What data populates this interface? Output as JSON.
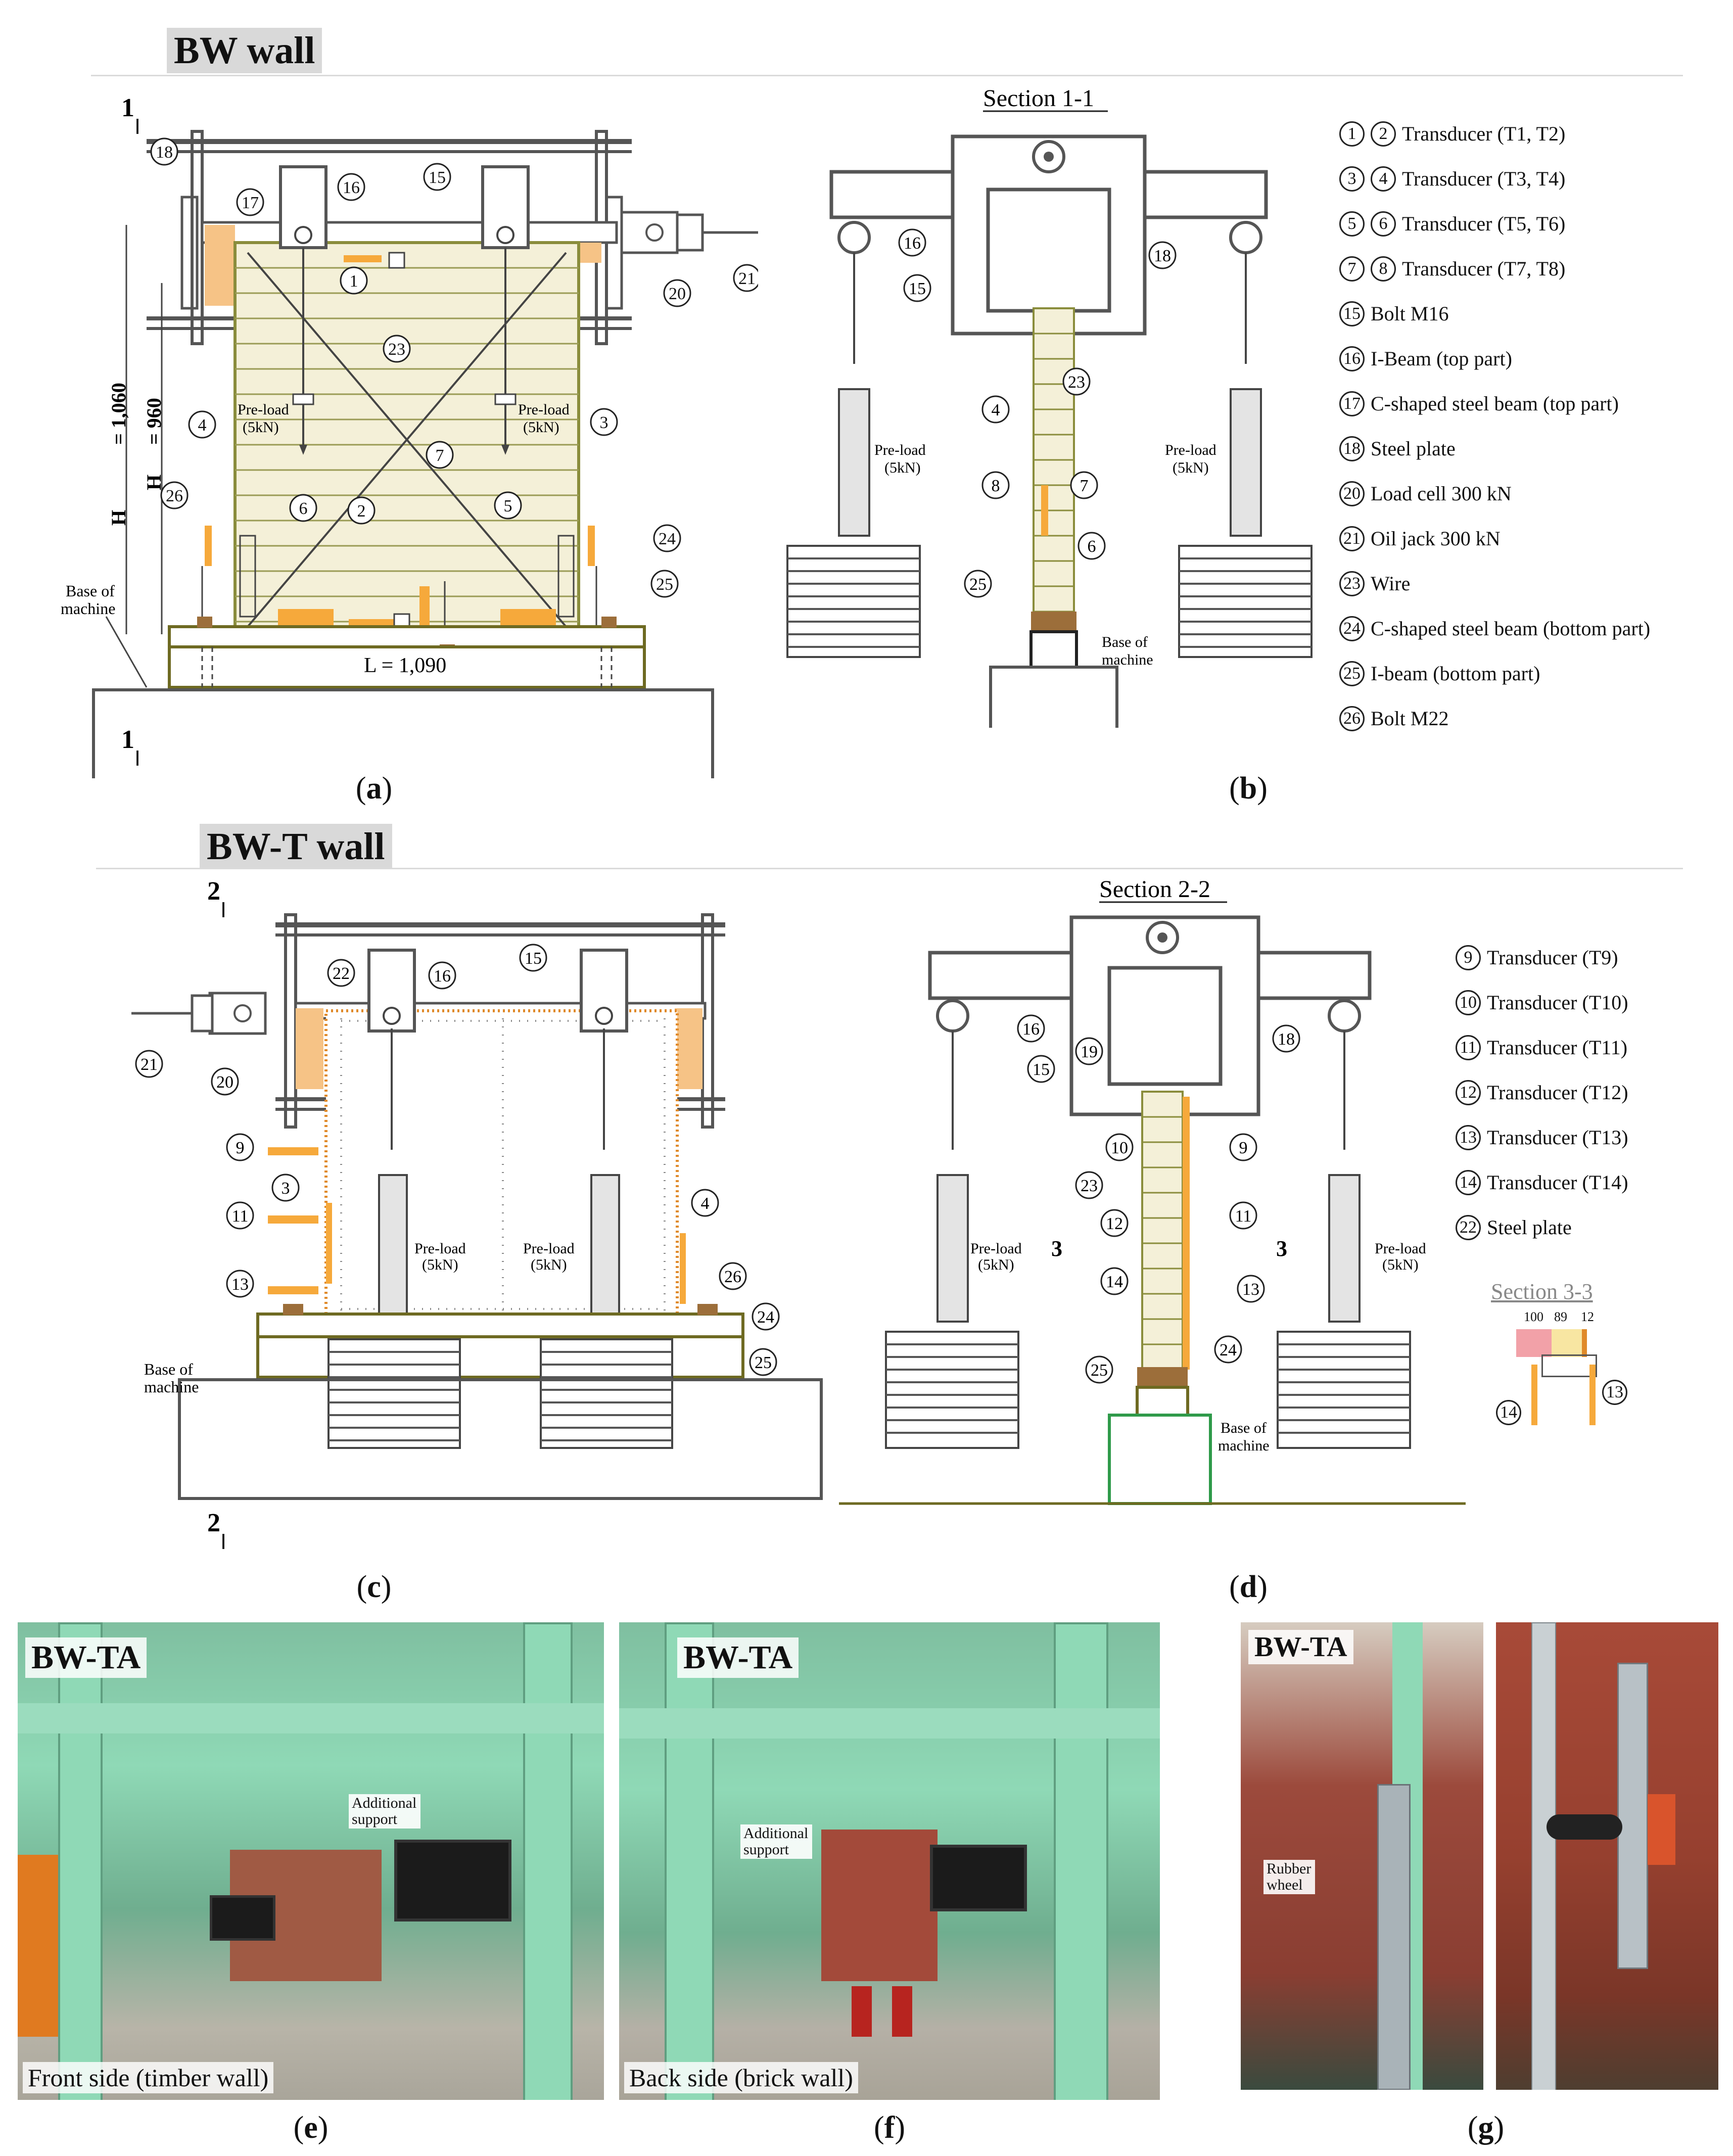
{
  "section_bw": {
    "heading": "BW wall",
    "section_title": "Section 1-1",
    "cut_mark": "1",
    "dims": {
      "hw": "H",
      "hw_sub": "w",
      "hw_val": " = 1,060",
      "h0": "H",
      "h0_sub": "0",
      "h0_val": " = 960",
      "l": "L = 1,090"
    },
    "preload": "Pre-load",
    "preload_val": "(5kN)",
    "base_line1": "Base of",
    "base_line2": "machine",
    "legend": [
      {
        "nums": [
          "1",
          "2"
        ],
        "label": "Transducer (T1, T2)"
      },
      {
        "nums": [
          "3",
          "4"
        ],
        "label": "Transducer (T3, T4)"
      },
      {
        "nums": [
          "5",
          "6"
        ],
        "label": "Transducer (T5, T6)"
      },
      {
        "nums": [
          "7",
          "8"
        ],
        "label": "Transducer (T7, T8)"
      },
      {
        "nums": [
          "15"
        ],
        "label": "Bolt M16"
      },
      {
        "nums": [
          "16"
        ],
        "label": "I-Beam (top part)"
      },
      {
        "nums": [
          "17"
        ],
        "label": "C-shaped steel beam (top part)"
      },
      {
        "nums": [
          "18"
        ],
        "label": "Steel plate"
      },
      {
        "nums": [
          "20"
        ],
        "label": "Load cell 300 kN"
      },
      {
        "nums": [
          "21"
        ],
        "label": "Oil jack 300 kN"
      },
      {
        "nums": [
          "23"
        ],
        "label": "Wire"
      },
      {
        "nums": [
          "24"
        ],
        "label": "C-shaped steel beam (bottom part)"
      },
      {
        "nums": [
          "25"
        ],
        "label": "I-beam (bottom part)"
      },
      {
        "nums": [
          "26"
        ],
        "label": "Bolt M22"
      }
    ],
    "cap_a": "a",
    "cap_b": "b"
  },
  "section_bwt": {
    "heading": "BW-T wall",
    "section_title": "Section 2-2",
    "section_3": "Section 3-3",
    "cut_mark": "2",
    "cut_mark_3": "3",
    "dims_33": [
      "100",
      "89",
      "12"
    ],
    "legend": [
      {
        "nums": [
          "9"
        ],
        "label": "Transducer (T9)"
      },
      {
        "nums": [
          "10"
        ],
        "label": "Transducer (T10)"
      },
      {
        "nums": [
          "11"
        ],
        "label": "Transducer (T11)"
      },
      {
        "nums": [
          "12"
        ],
        "label": "Transducer (T12)"
      },
      {
        "nums": [
          "13"
        ],
        "label": "Transducer (T13)"
      },
      {
        "nums": [
          "14"
        ],
        "label": "Transducer (T14)"
      },
      {
        "nums": [
          "22"
        ],
        "label": "Steel plate"
      }
    ],
    "cap_c": "c",
    "cap_d": "d"
  },
  "photos": {
    "e": {
      "tag": "BW-TA",
      "note": "Additional support",
      "foot": "Front side (timber wall)",
      "cap": "e"
    },
    "f": {
      "tag": "BW-TA",
      "note": "Additional support",
      "foot": "Back side (brick wall)",
      "cap": "f"
    },
    "g": {
      "tag": "BW-TA",
      "note": "Rubber wheel",
      "cap": "g"
    }
  },
  "colors": {
    "frame": "#5e5e5e",
    "wall": "#f4f0d8",
    "brickline": "#8a8d3c",
    "orange": "#f6c386",
    "olive": "#6e6a22",
    "green": "#8fd9b6"
  }
}
